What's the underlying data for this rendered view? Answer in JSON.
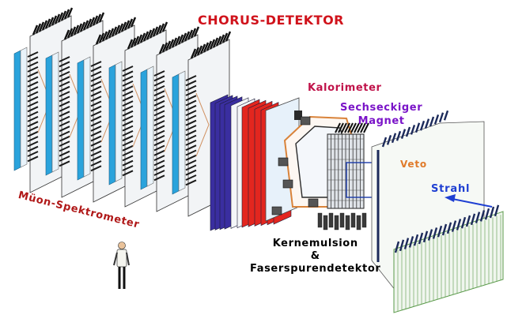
{
  "title": "CHORUS-DETEKTOR",
  "labels": {
    "kalorimeter": "Kalorimeter",
    "magnet_line1": "Sechseckiger",
    "magnet_line2": "Magnet",
    "veto": "Veto",
    "strahl": "Strahl",
    "muon": "Müon-Spektrometer",
    "kern_line1": "Kernemulsion",
    "kern_line2": "&",
    "kern_line3": "Faserspurendetektor"
  },
  "colors": {
    "title": "#d0121b",
    "kalorimeter": "#c0134a",
    "magnet": "#7a14c8",
    "veto": "#e07b2a",
    "strahl": "#1e3fd2",
    "muon": "#b01818",
    "calorimeter_red": "#e3261f",
    "calorimeter_blue": "#3a2ea0",
    "module_blue": "#2aa3dc",
    "veto_green": "#5a9a4a",
    "beam_arrow": "#1e3fd2"
  }
}
